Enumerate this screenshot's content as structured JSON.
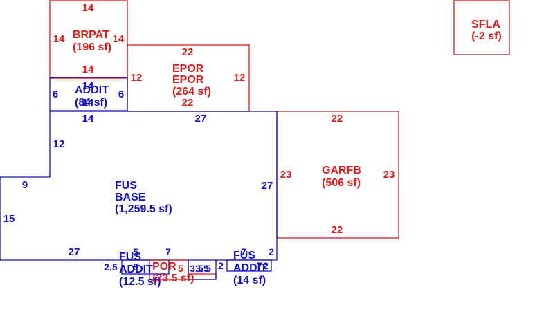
{
  "colors": {
    "living": "#1010c8",
    "other": "#dd1b1b"
  },
  "areas": {
    "brpat": {
      "code": "BRPAT",
      "size": "(196 sf)"
    },
    "epor": {
      "code1": "EPOR",
      "code2": "EPOR",
      "size": "(264 sf)"
    },
    "addit_top": {
      "code": "ADDIT",
      "size": "(84 sf)"
    },
    "sfla": {
      "code": "SFLA",
      "size": "(-2 sf)"
    },
    "fus_base": {
      "line1": "FUS",
      "line2": "BASE",
      "size": "(1,259.5 sf)"
    },
    "garfb": {
      "code": "GARFB",
      "size": "(506 sf)"
    },
    "fus_addit_left": {
      "line1": "FUS",
      "line2": "ADDIT",
      "size": "(12.5 sf)"
    },
    "por": {
      "code": "POR",
      "size": "(23.5 sf)"
    },
    "fus_addit_right": {
      "line1": "FUS",
      "line2": "ADDIT",
      "size": "(14 sf)"
    }
  },
  "dimensions": {
    "brpat_top": "14",
    "brpat_left": "14",
    "brpat_right": "14",
    "brpat_bottom": "14",
    "epor_top": "22",
    "epor_left": "12",
    "epor_right": "12",
    "epor_bottom": "22",
    "addit_top": "14",
    "addit_left": "6",
    "addit_right": "6",
    "addit_bottom": "14",
    "base_top_left": "14",
    "base_top": "27",
    "base_left_upper": "12",
    "base_step": "9",
    "base_left": "15",
    "base_right": "27",
    "base_bottom": "27",
    "garfb_top": "22",
    "garfb_left": "23",
    "garfb_right": "23",
    "garfb_bottom": "22",
    "left_addit_a": "2.5",
    "left_addit_b": "5",
    "left_addit_c": "5",
    "por_a": "7",
    "por_b": "5",
    "por_c": "3.5",
    "por_d": "3.5",
    "por_e": "5",
    "right_addit_a": "2",
    "right_addit_b": "7",
    "right_addit_c": "2",
    "right_addit_d": "7",
    "right_addit_e": "2"
  }
}
